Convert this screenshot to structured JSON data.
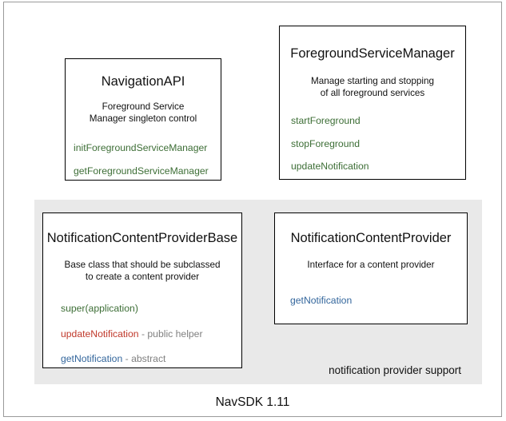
{
  "diagram": {
    "footer_label": "NavSDK 1.11",
    "panel": {
      "caption": "notification provider support"
    },
    "colors": {
      "member_green": "#3d6e36",
      "member_red": "#c0392b",
      "member_blue": "#33669c",
      "member_note_gray": "#808080",
      "panel_background": "#e9e9e9",
      "box_border": "#000000",
      "frame_border": "#9a9a9a",
      "text": "#111111"
    },
    "boxes": [
      {
        "id": "navigation-api",
        "title": "NavigationAPI",
        "description_lines": [
          "Foreground Service",
          "Manager singleton control"
        ],
        "members": [
          {
            "name": "initForegroundServiceManager",
            "color": "green",
            "note": ""
          },
          {
            "name": "getForegroundServiceManager",
            "color": "green",
            "note": ""
          }
        ]
      },
      {
        "id": "foreground-service-manager",
        "title": "ForegroundServiceManager",
        "description_lines": [
          "Manage starting and stopping",
          "of all foreground services"
        ],
        "members": [
          {
            "name": "startForeground",
            "color": "green",
            "note": ""
          },
          {
            "name": "stopForeground",
            "color": "green",
            "note": ""
          },
          {
            "name": "updateNotification",
            "color": "green",
            "note": ""
          }
        ]
      },
      {
        "id": "notification-content-provider-base",
        "title": "NotificationContentProviderBase",
        "description_lines": [
          "Base class that should be subclassed",
          "to create a content provider"
        ],
        "members": [
          {
            "name": "super(application)",
            "color": "green",
            "note": ""
          },
          {
            "name": "updateNotification",
            "color": "red",
            "note": " - public helper"
          },
          {
            "name": "getNotification",
            "color": "blue",
            "note": " - abstract"
          }
        ]
      },
      {
        "id": "notification-content-provider",
        "title": "NotificationContentProvider",
        "description_lines": [
          "Interface for a content provider"
        ],
        "members": [
          {
            "name": "getNotification",
            "color": "blue",
            "note": ""
          }
        ]
      }
    ]
  }
}
